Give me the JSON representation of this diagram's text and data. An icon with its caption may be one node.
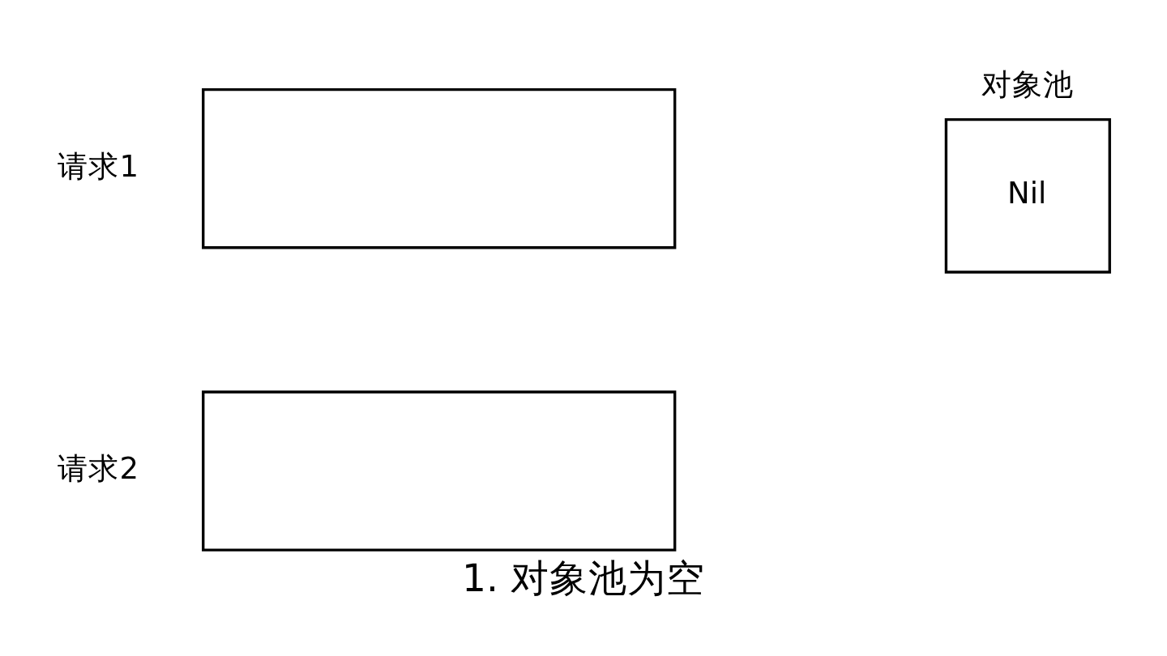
{
  "diagram": {
    "caption": "1. 对象池为空",
    "nodes": [
      {
        "text": [],
        "shape": "box",
        "beside": [
          "请求1"
        ]
      },
      {
        "text": [],
        "shape": "box",
        "beside": [
          "请求2"
        ]
      },
      {
        "text": [
          "对象池",
          "Nil"
        ]
      }
    ],
    "edges": []
  }
}
